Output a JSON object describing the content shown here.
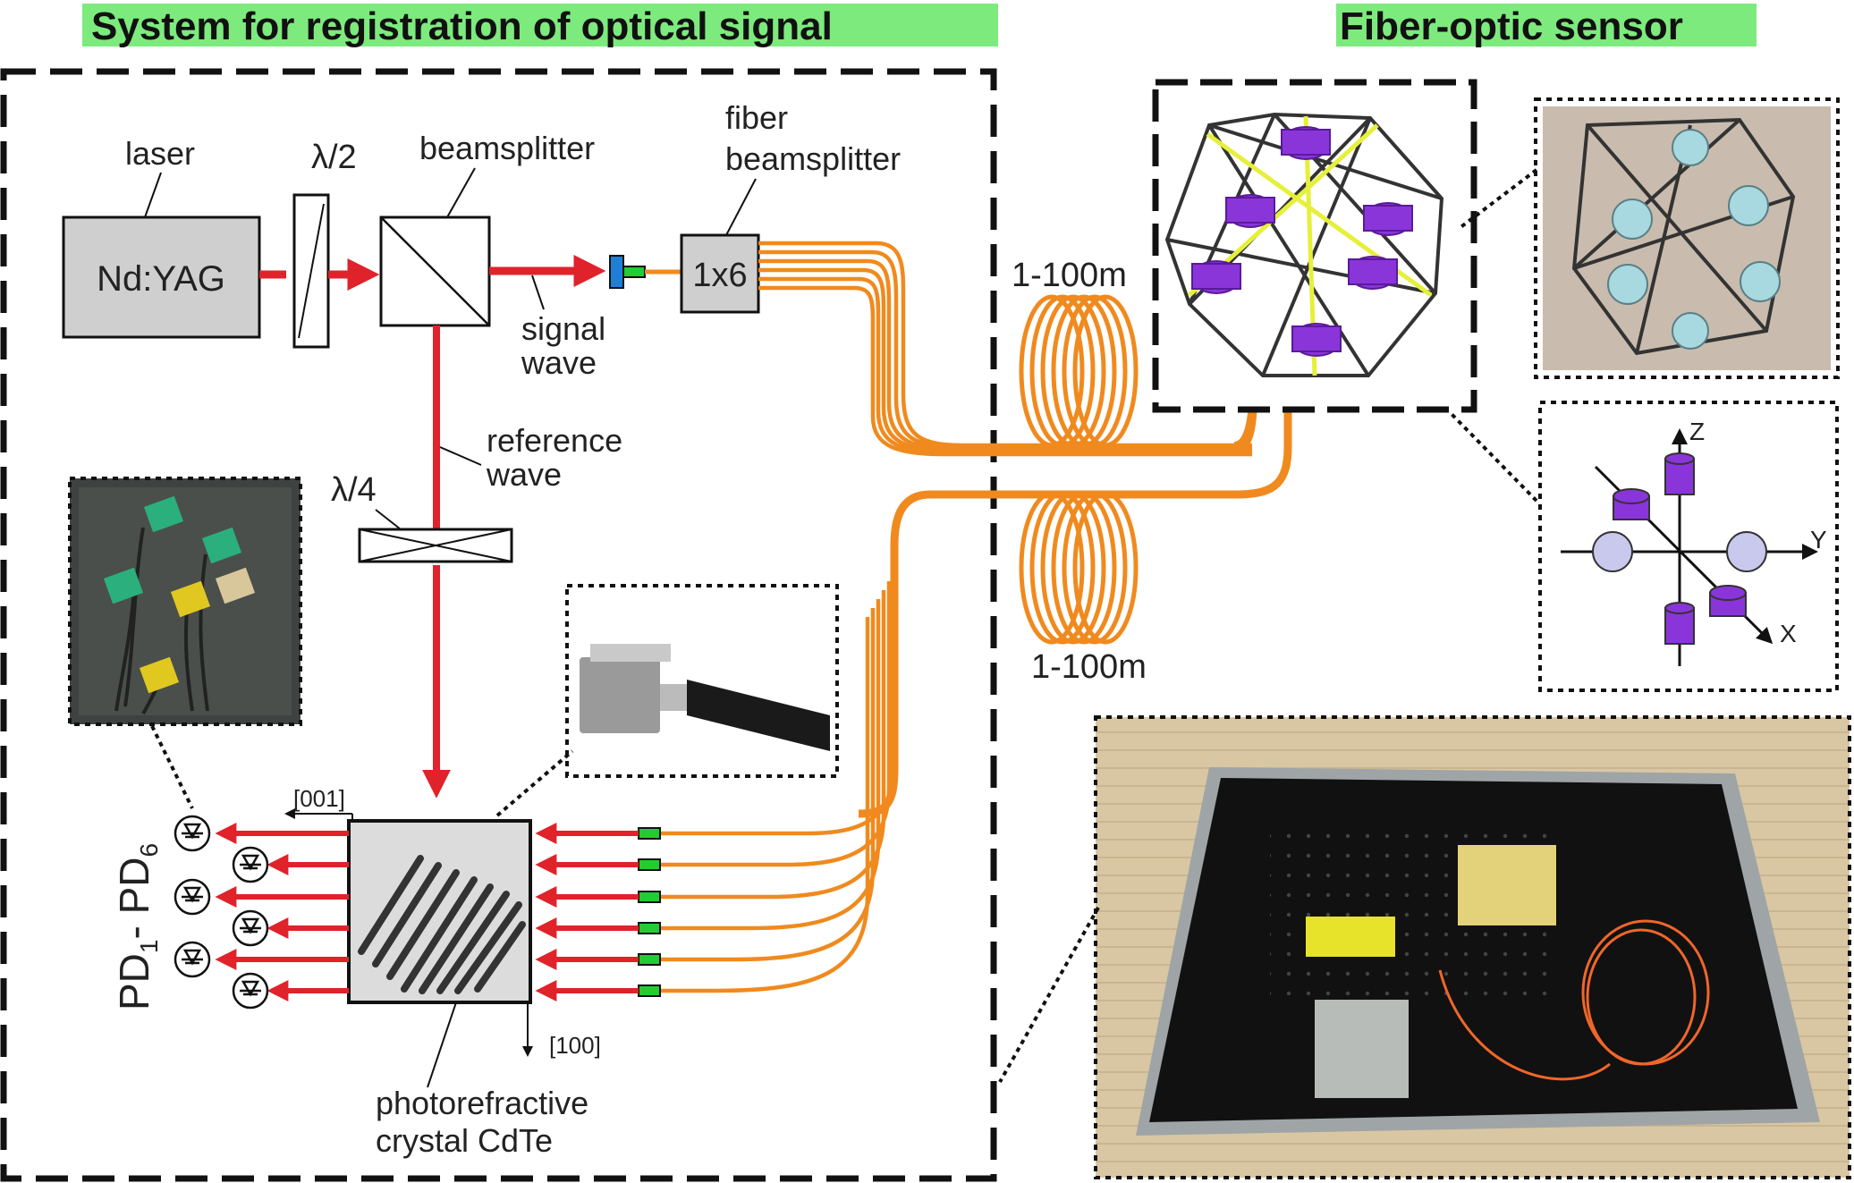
{
  "titles": {
    "left": "System for registration of optical signal",
    "right": "Fiber-optic sensor"
  },
  "colors": {
    "title_bg": "#7dea7d",
    "laser_beam": "#e0222b",
    "fiber": "#f08a1e",
    "connector": "#22cc33",
    "collimator": "#1f7fd6",
    "gray_box": "#cfcfcf",
    "sensor_mass": "#8a35d9",
    "spring": "#e6f03a",
    "axis_sphere": "#c9c9ee"
  },
  "labels": {
    "laser": "laser",
    "laser_box": "Nd:YAG",
    "half_wave": "λ/2",
    "beamsplitter": "beamsplitter",
    "fiber_bs_line1": "fiber",
    "fiber_bs_line2": "beamsplitter",
    "fiber_bs_box": "1x6",
    "signal_wave_1": "signal",
    "signal_wave_2": "wave",
    "reference_wave_1": "reference",
    "reference_wave_2": "wave",
    "quarter_wave": "λ/4",
    "fiber_len_top": "1-100m",
    "fiber_len_bottom": "1-100m",
    "dir_001": "[001]",
    "dir_100": "[100]",
    "crystal_1": "photorefractive",
    "crystal_2": "crystal CdTe",
    "pd_main_1": "PD",
    "pd_sub_1": "1",
    "pd_mid": "- PD",
    "pd_sub_6": "6",
    "axis_z": "Z",
    "axis_y": "Y",
    "axis_x": "X"
  }
}
